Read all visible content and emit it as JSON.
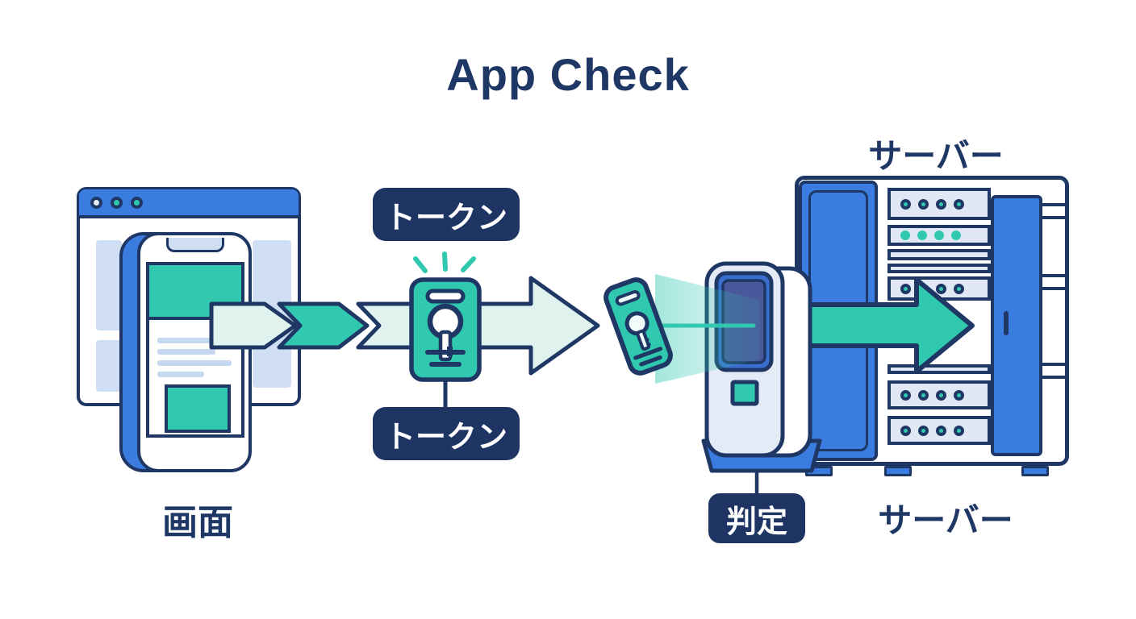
{
  "title": "App Check",
  "labels": {
    "screen": "画面",
    "token_top": "トークン",
    "token_bottom": "トークン",
    "verdict": "判定",
    "server_top": "サーバー",
    "server_bottom": "サーバー"
  },
  "colors": {
    "navy": "#1e3765",
    "pill": "#1e3462",
    "blue": "#3b7ce0",
    "teal": "#31c8b0",
    "pale_mint": "#dff2ee",
    "light_blue": "#cfdef2",
    "panel_light": "#dfe8f4",
    "scanner_body": "#e4eaf6",
    "screen_frame": "#3a6fd0",
    "screen_bg": "#49589b"
  },
  "icons": {
    "browser": "browser-window-icon",
    "phone": "mobile-app-icon",
    "token": "key-token-badge-icon",
    "card": "app-credential-card-icon",
    "scanner": "verification-scanner-icon",
    "server": "server-rack-icon",
    "flow_arrows": "right-arrow-icons",
    "sparkle": "sparkle-rays-icon"
  }
}
